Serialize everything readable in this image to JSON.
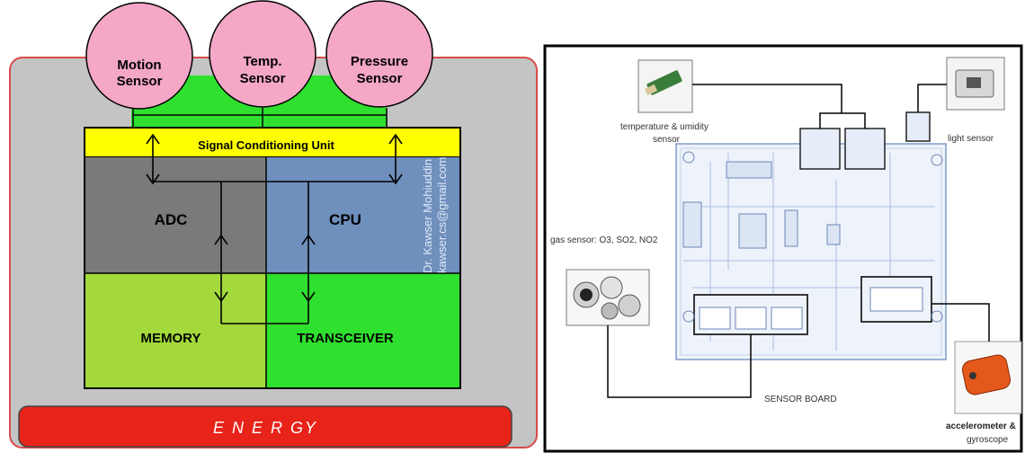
{
  "left_diagram": {
    "sensors": [
      {
        "line1": "Motion",
        "line2": "Sensor"
      },
      {
        "line1": "Temp.",
        "line2": "Sensor"
      },
      {
        "line1": "Pressure",
        "line2": "Sensor"
      }
    ],
    "signal_unit": "Signal Conditioning Unit",
    "blocks": {
      "adc": "ADC",
      "cpu": "CPU",
      "memory": "MEMORY",
      "transceiver": "TRANSCEIVER"
    },
    "author_line1": "Dr. Kawser Mohiuddin",
    "author_line2": "kawser.cs@gmail.com",
    "energy": "E N E R GY",
    "colors": {
      "sensor_pink": "#f4a7c6",
      "outer_gray": "#c4c4c4",
      "outer_border": "#d94a4a",
      "green": "#2fe02f",
      "yellow": "#ffff00",
      "adc_gray": "#7a7a7a",
      "cpu_blue": "#6f8fbd",
      "memory_green": "#a3d93b",
      "energy_red": "#e8231a"
    }
  },
  "right_diagram": {
    "labels": {
      "temperature_line1": "temperature & umidity",
      "temperature_line2": "sensor",
      "light": "light sensor",
      "gas": "gas sensor: O3, SO2, NO2",
      "board": "SENSOR BOARD",
      "accel_line1": "accelerometer &",
      "accel_line2": "gyroscope"
    }
  }
}
